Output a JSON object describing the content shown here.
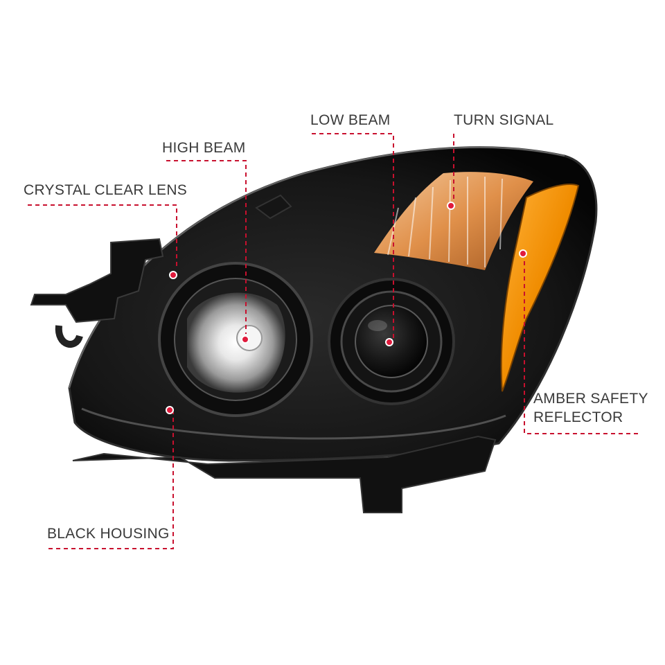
{
  "colors": {
    "callout_line": "#c8102e",
    "callout_dot": "#e01a3c",
    "label_text": "#3a3a3a",
    "housing": "#141414",
    "amber": "#f08c00",
    "turn_signal": "#e3a35a"
  },
  "callouts": {
    "crystal_clear_lens": "CRYSTAL CLEAR LENS",
    "high_beam": "HIGH BEAM",
    "low_beam": "LOW BEAM",
    "turn_signal": "TURN SIGNAL",
    "amber_safety_reflector_line1": "AMBER SAFETY",
    "amber_safety_reflector_line2": "REFLECTOR",
    "black_housing": "BLACK HOUSING"
  }
}
